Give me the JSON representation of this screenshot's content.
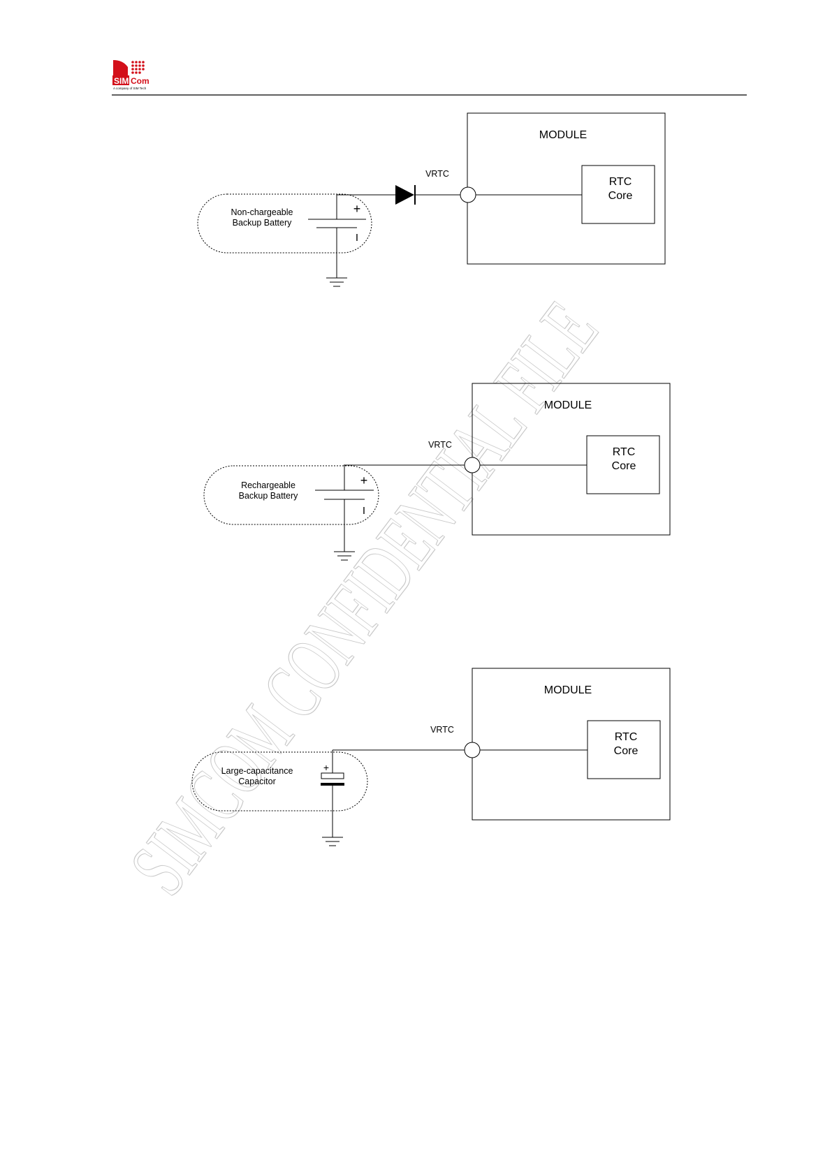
{
  "header": {
    "logo_text": "SIMCom",
    "logo_tagline": "A company of SIM Tech"
  },
  "watermark": "SIMCOM CONFIDENTIAL FILE",
  "diagrams": [
    {
      "module_label": "MODULE",
      "core_label_line1": "RTC",
      "core_label_line2": "Core",
      "pin_label": "VRTC",
      "source_line1": "Non-chargeable",
      "source_line2": "Backup Battery",
      "plus_sign": "+",
      "minus_sign": "I"
    },
    {
      "module_label": "MODULE",
      "core_label_line1": "RTC",
      "core_label_line2": "Core",
      "pin_label": "VRTC",
      "source_line1": "Rechargeable",
      "source_line2": "Backup Battery",
      "plus_sign": "+",
      "minus_sign": "I"
    },
    {
      "module_label": "MODULE",
      "core_label_line1": "RTC",
      "core_label_line2": "Core",
      "pin_label": "VRTC",
      "source_line1": "Large-capacitance",
      "source_line2": "Capacitor",
      "plus_sign": "+"
    }
  ]
}
